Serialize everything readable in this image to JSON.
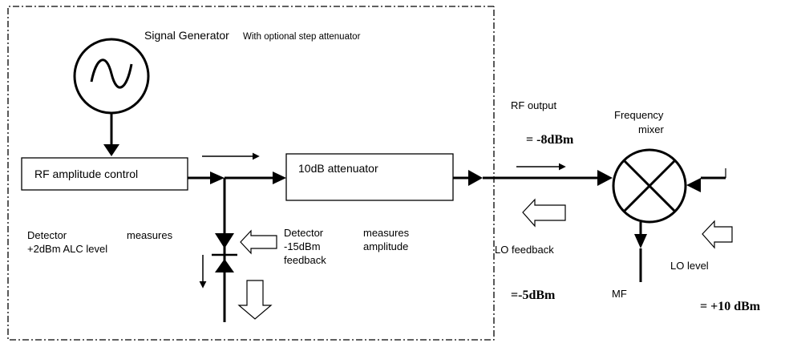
{
  "title": {
    "main": "Signal Generator",
    "sub": "With optional step attenuator"
  },
  "blocks": {
    "rf_amplitude_control": "RF amplitude control",
    "attenuator": "10dB attenuator"
  },
  "labels": {
    "detector_left_a": "Detector",
    "detector_left_b": "measures",
    "detector_left_c": "+2dBm ALC level",
    "detector_right_a": "Detector",
    "detector_right_b": "measures",
    "detector_right_c": "-15dBm",
    "detector_right_d": "amplitude",
    "detector_right_e": "feedback",
    "rf_output": "RF output",
    "rf_output_level": "= -8dBm",
    "frequency_a": "Frequency",
    "frequency_b": "mixer",
    "lo_feedback": "LO feedback",
    "lo_feedback_level": "=-5dBm",
    "mf": "MF",
    "lo_level": "LO level",
    "lo_level_value": "= +10 dBm"
  }
}
